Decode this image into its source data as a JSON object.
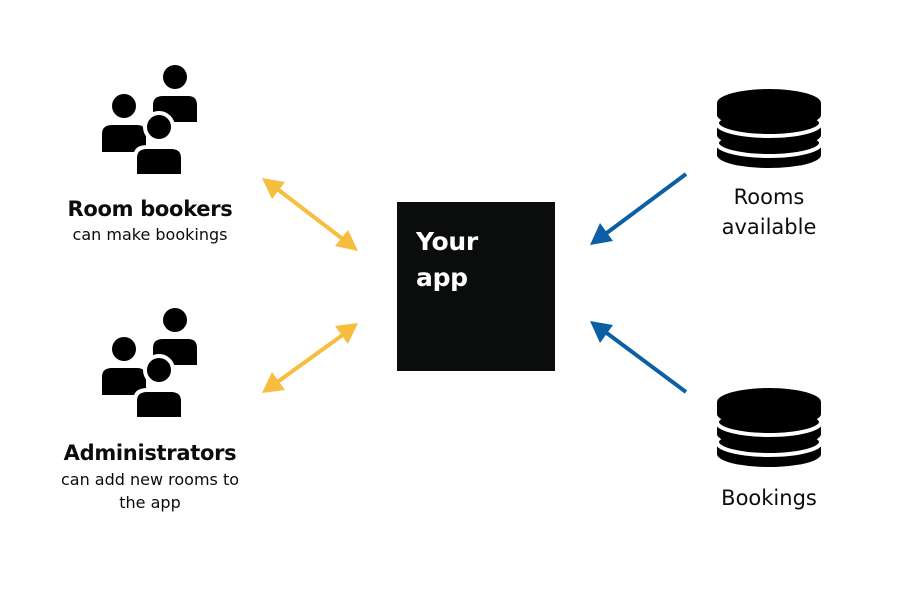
{
  "actors": [
    {
      "title": "Room bookers",
      "description": "can make bookings",
      "icon": "people-group-icon"
    },
    {
      "title": "Administrators",
      "description": "can add new rooms to the app",
      "icon": "people-group-icon"
    }
  ],
  "app": {
    "label": "Your\napp"
  },
  "data_stores": [
    {
      "label": "Rooms available",
      "icon": "database-icon"
    },
    {
      "label": "Bookings",
      "icon": "database-icon"
    }
  ],
  "colors": {
    "user_arrow": "#f6bd3f",
    "data_arrow": "#0b5fa5",
    "app_box": "#0b0c0c",
    "icon": "#000000"
  },
  "connections": [
    {
      "from": "Room bookers",
      "to": "Your app",
      "direction": "two-way"
    },
    {
      "from": "Administrators",
      "to": "Your app",
      "direction": "two-way"
    },
    {
      "from": "Rooms available",
      "to": "Your app",
      "direction": "one-way"
    },
    {
      "from": "Bookings",
      "to": "Your app",
      "direction": "one-way"
    }
  ]
}
